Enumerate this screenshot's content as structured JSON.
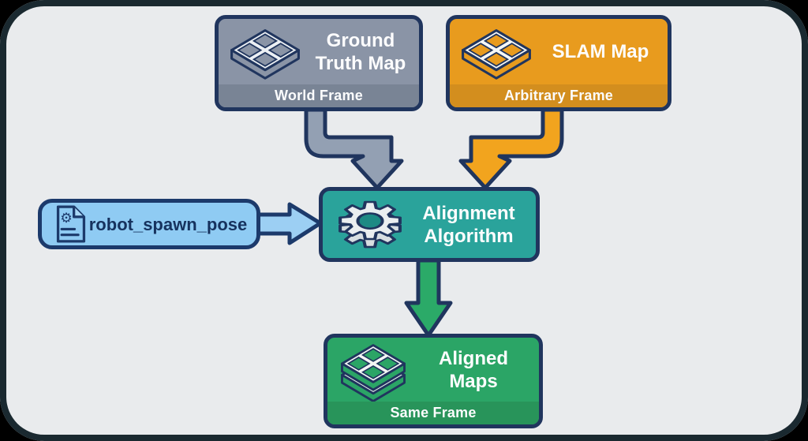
{
  "colors": {
    "canvas_bg": "#E9EBED",
    "canvas_border": "#1A2930",
    "outline_navy": "#20355E",
    "gray_node": "#8A94A6",
    "gray_footer": "#798495",
    "orange_node": "#E89B1E",
    "orange_footer": "#D38E1E",
    "blue_node": "#8FCBF3",
    "teal_node": "#2AA39B",
    "green_node": "#2BA566",
    "green_footer": "#28945A",
    "arrow_gray": "#93A0B3",
    "arrow_orange": "#F2A41E",
    "arrow_blue": "#9CCFF3",
    "arrow_green": "#2BAA68"
  },
  "nodes": {
    "ground_truth": {
      "line1": "Ground",
      "line2": "Truth Map",
      "frame_label": "World Frame",
      "icon": "map-grid-icon"
    },
    "slam": {
      "label": "SLAM Map",
      "frame_label": "Arbitrary Frame",
      "icon": "map-grid-icon"
    },
    "spawn_pose": {
      "label": "robot_spawn_pose",
      "icon": "document-gear-icon"
    },
    "alignment": {
      "line1": "Alignment",
      "line2": "Algorithm",
      "icon": "gear-icon"
    },
    "aligned": {
      "label": "Aligned Maps",
      "frame_label": "Same Frame",
      "icon": "map-stack-icon"
    }
  },
  "edges": [
    {
      "from": "ground-truth-map",
      "to": "alignment-algorithm"
    },
    {
      "from": "slam-map",
      "to": "alignment-algorithm"
    },
    {
      "from": "robot-spawn-pose",
      "to": "alignment-algorithm"
    },
    {
      "from": "alignment-algorithm",
      "to": "aligned-maps"
    }
  ]
}
